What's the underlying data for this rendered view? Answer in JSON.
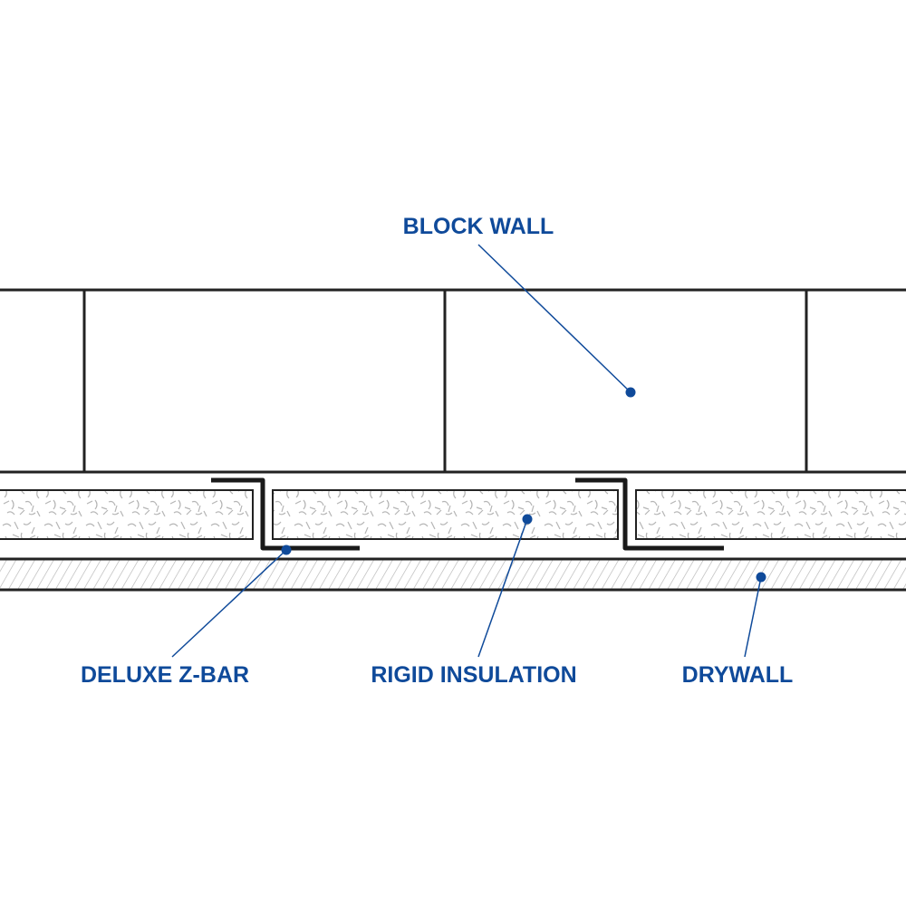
{
  "diagram": {
    "title": "Block wall with Z-bar, rigid insulation and drywall (cross-section)",
    "colors": {
      "label": "#0f4a9a",
      "leader": "#0f4a9a",
      "outline": "#222222",
      "zbar": "#1a1a1a",
      "texture": "#b5b5b5"
    },
    "labels": {
      "block_wall": "BLOCK WALL",
      "deluxe_zbar": "DELUXE Z-BAR",
      "rigid_insulation": "RIGID INSULATION",
      "drywall": "DRYWALL"
    }
  }
}
